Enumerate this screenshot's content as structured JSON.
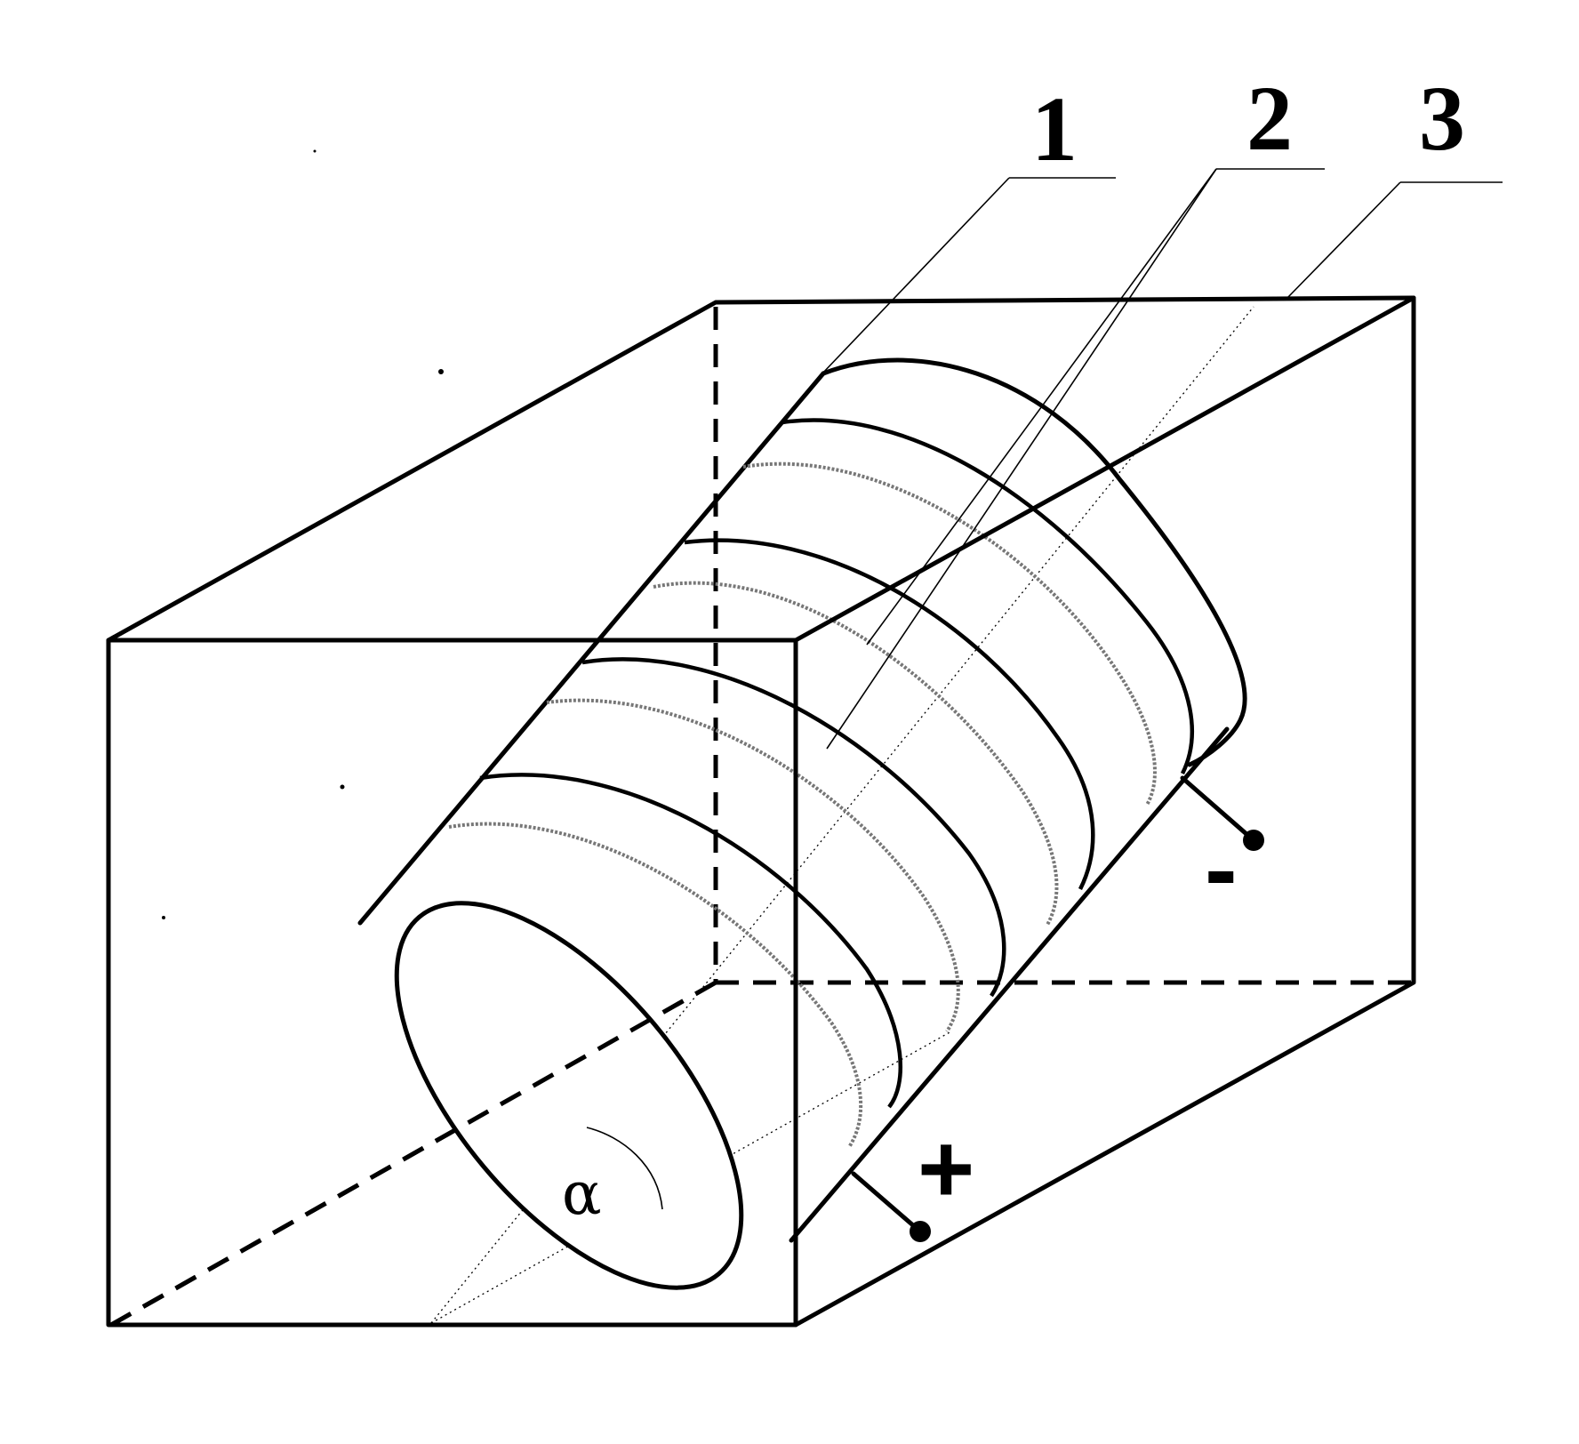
{
  "labels": {
    "ref_1": "1",
    "ref_2": "2",
    "ref_3": "3",
    "minus": "-",
    "plus": "+",
    "angle": "α"
  },
  "colors": {
    "line": "#000000",
    "winding": "#777777",
    "background": "#ffffff"
  }
}
